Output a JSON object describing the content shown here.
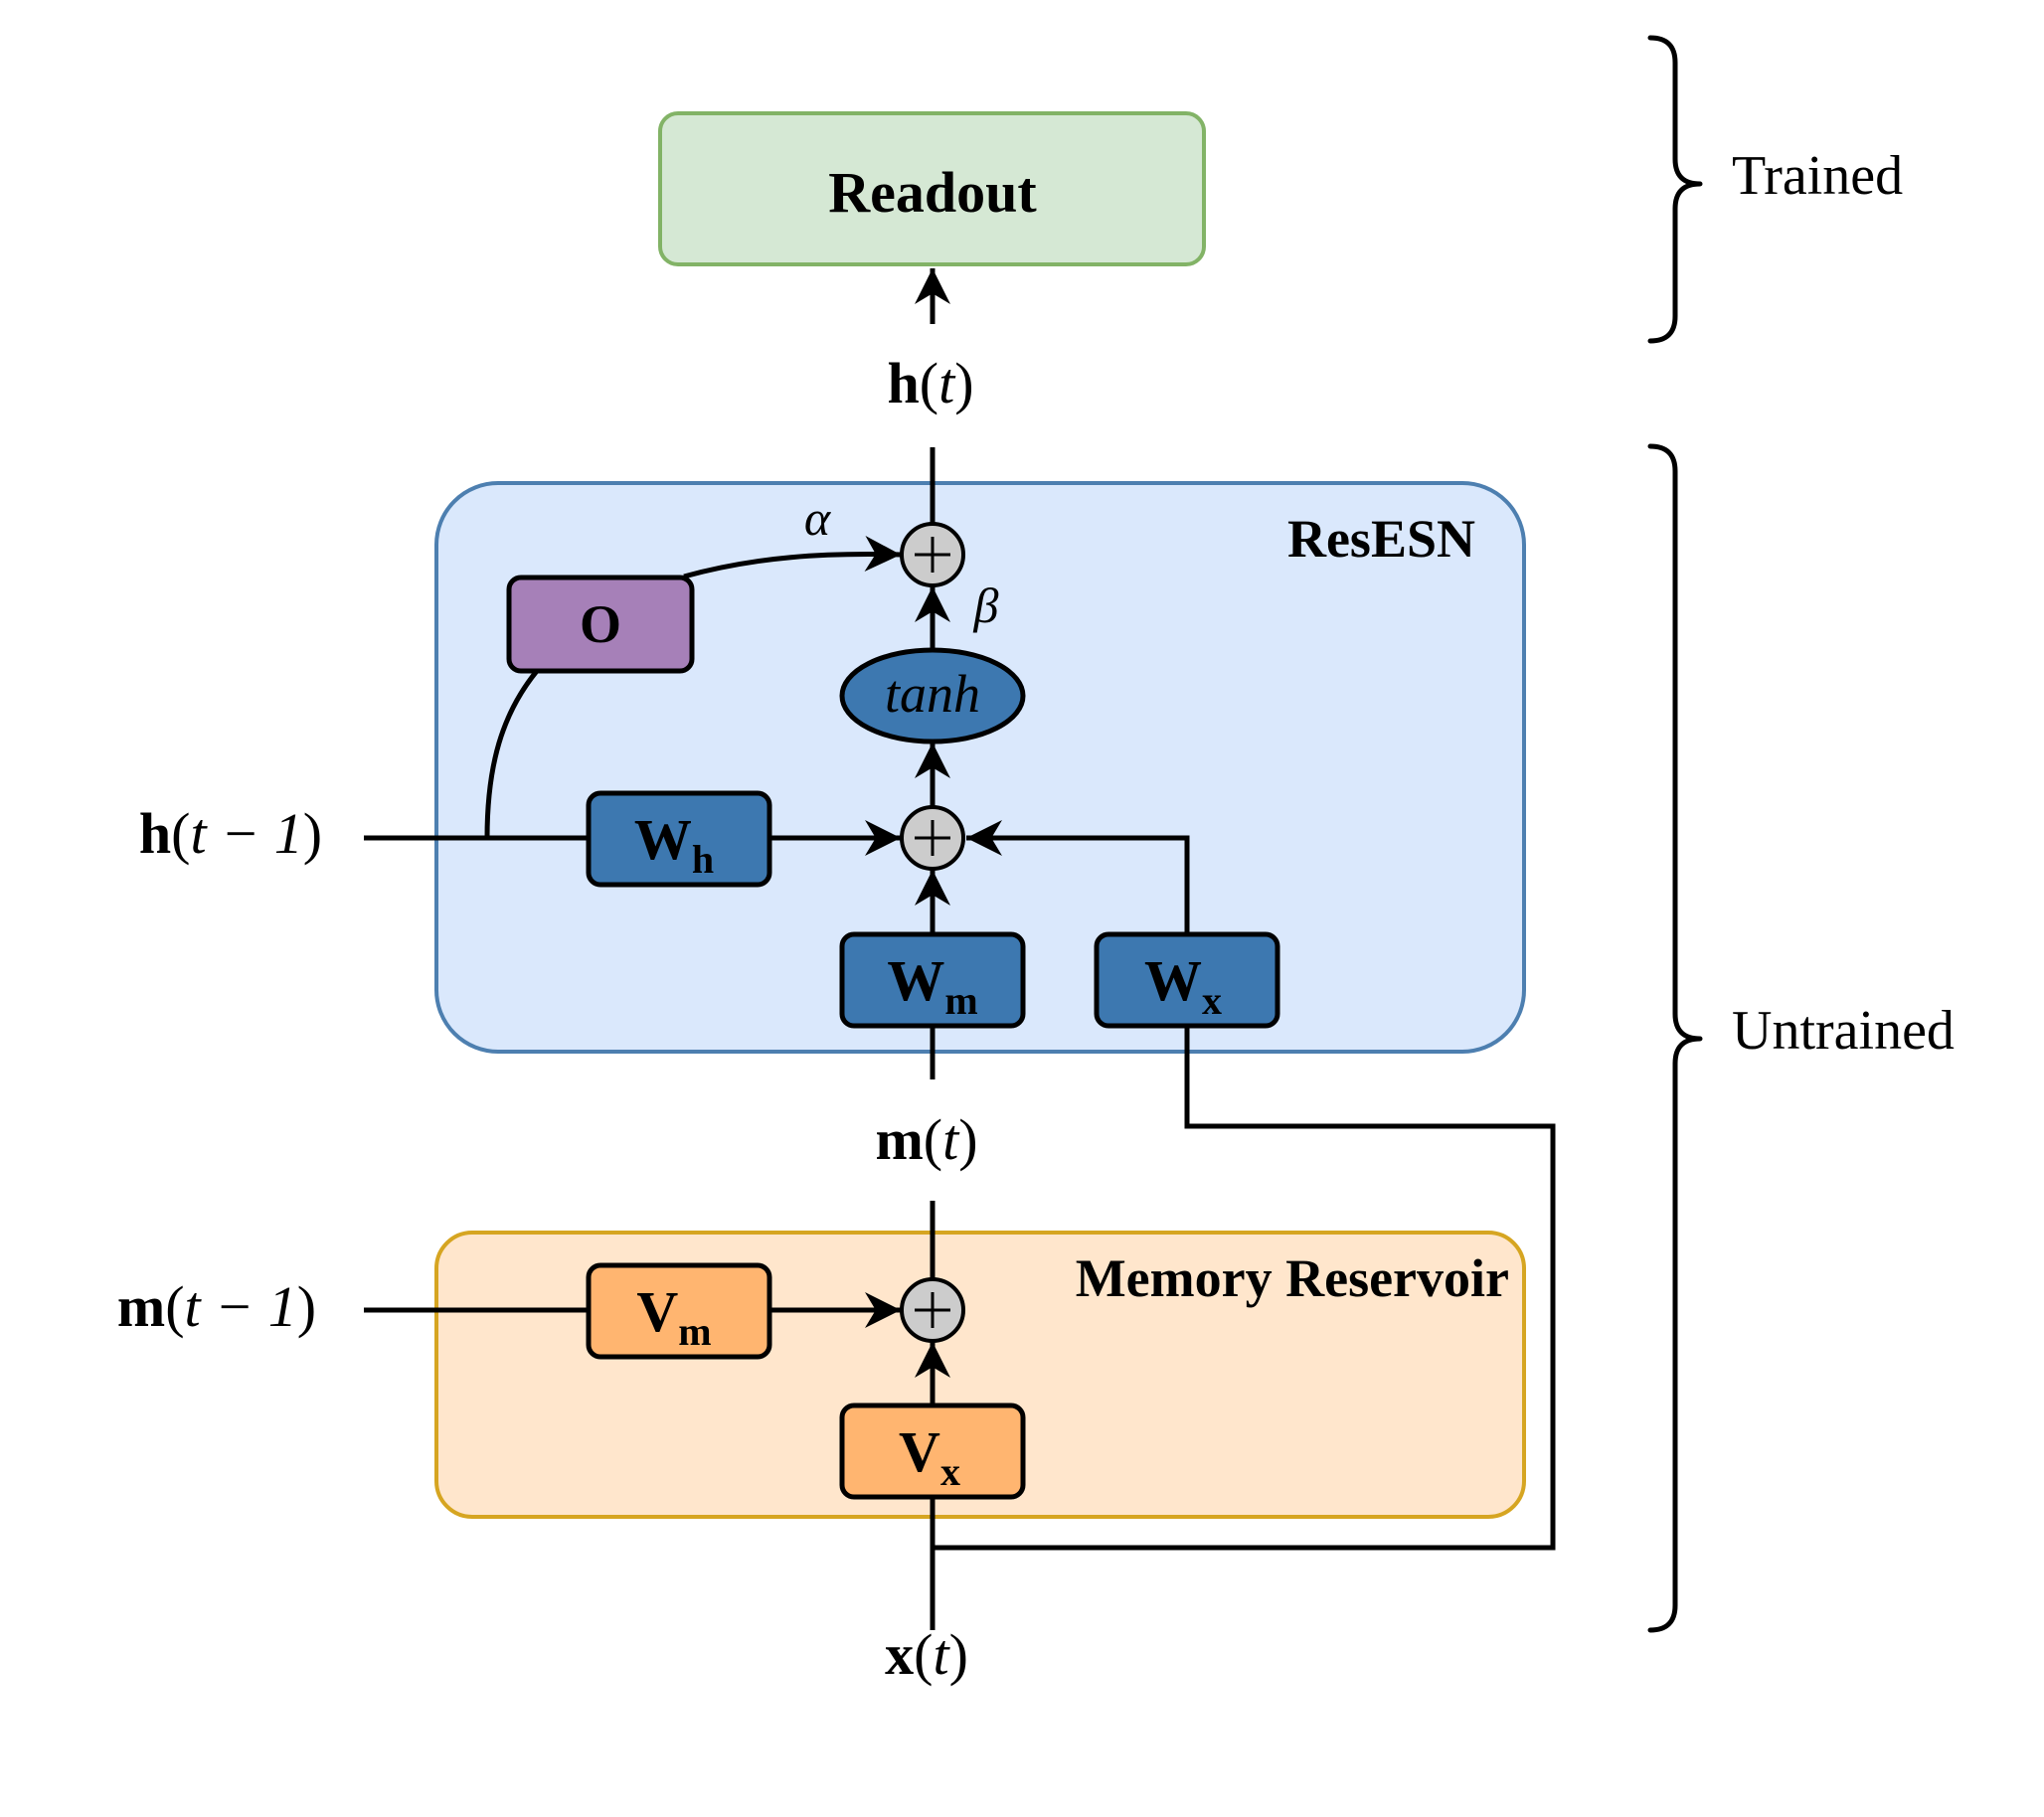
{
  "colors": {
    "readout_fill": "#d5e8d4",
    "readout_stroke": "#82b366",
    "resesn_fill": "#dae8fc",
    "resesn_stroke": "#4d7fb0",
    "memory_fill": "#ffe6cc",
    "memory_stroke": "#d6a521",
    "weight_blue": "#3d78b0",
    "weight_orange": "#ffb570",
    "weight_purple": "#a680b8",
    "sum_node": "#cccccc"
  },
  "blocks": {
    "readout": "Readout",
    "resesn": "ResESN",
    "memory": "Memory Reservoir"
  },
  "nodes": {
    "o": "O",
    "tanh": "tanh",
    "wh": {
      "base": "W",
      "sub": "h"
    },
    "wm": {
      "base": "W",
      "sub": "m"
    },
    "wx": {
      "base": "W",
      "sub": "x"
    },
    "vm": {
      "base": "V",
      "sub": "m"
    },
    "vx": {
      "base": "V",
      "sub": "x"
    }
  },
  "signals": {
    "h_t": {
      "vec": "h",
      "arg": "t"
    },
    "h_tm1": {
      "vec": "h",
      "arg": "t − 1"
    },
    "m_t": {
      "vec": "m",
      "arg": "t"
    },
    "m_tm1": {
      "vec": "m",
      "arg": "t − 1"
    },
    "x_t": {
      "vec": "x",
      "arg": "t"
    }
  },
  "coefficients": {
    "alpha": "α",
    "beta": "β"
  },
  "groups": {
    "trained": "Trained",
    "untrained": "Untrained"
  }
}
